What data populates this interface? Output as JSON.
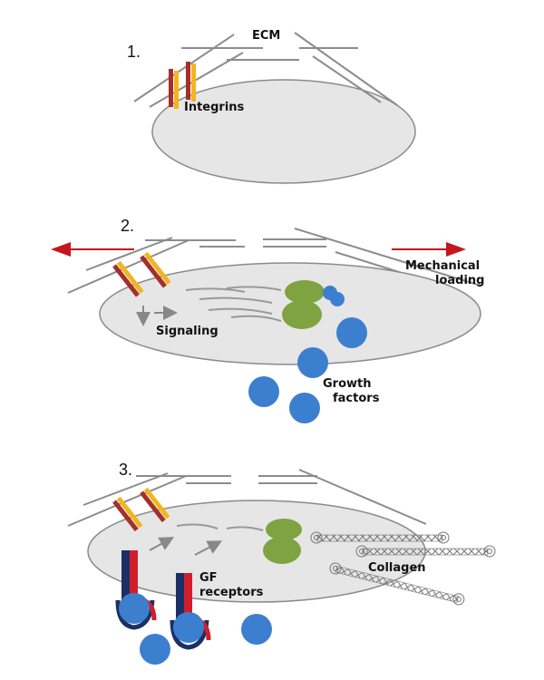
{
  "panels": [
    {
      "number": "1.",
      "labels": {
        "ecm": "ECM",
        "integrins": "Integrins"
      }
    },
    {
      "number": "2.",
      "labels": {
        "mechanical_line1": "Mechanical",
        "mechanical_line2": "loading",
        "signaling": "Signaling",
        "growth_line1": "Growth",
        "growth_line2": "factors"
      }
    },
    {
      "number": "3.",
      "labels": {
        "gf_line1": "GF",
        "gf_line2": "receptors",
        "collagen": "Collagen"
      }
    }
  ],
  "colors": {
    "cell_fill": "#e6e6e6",
    "cell_stroke": "#8a8a8a",
    "fiber": "#8c8c8c",
    "integrin_dark": "#a3302b",
    "integrin_light": "#f2b51e",
    "growth_factor": "#3d7fcf",
    "nucleus": "#7ea340",
    "arrow_red": "#c4161c",
    "receptor_navy": "#1d2f66",
    "receptor_red": "#d01f2a",
    "signal_arrow": "#888888"
  },
  "icons": {
    "integrin": "integrin-icon",
    "growth_factor": "growth-factor-icon",
    "receptor": "gf-receptor-icon",
    "collagen": "collagen-fiber-icon"
  }
}
